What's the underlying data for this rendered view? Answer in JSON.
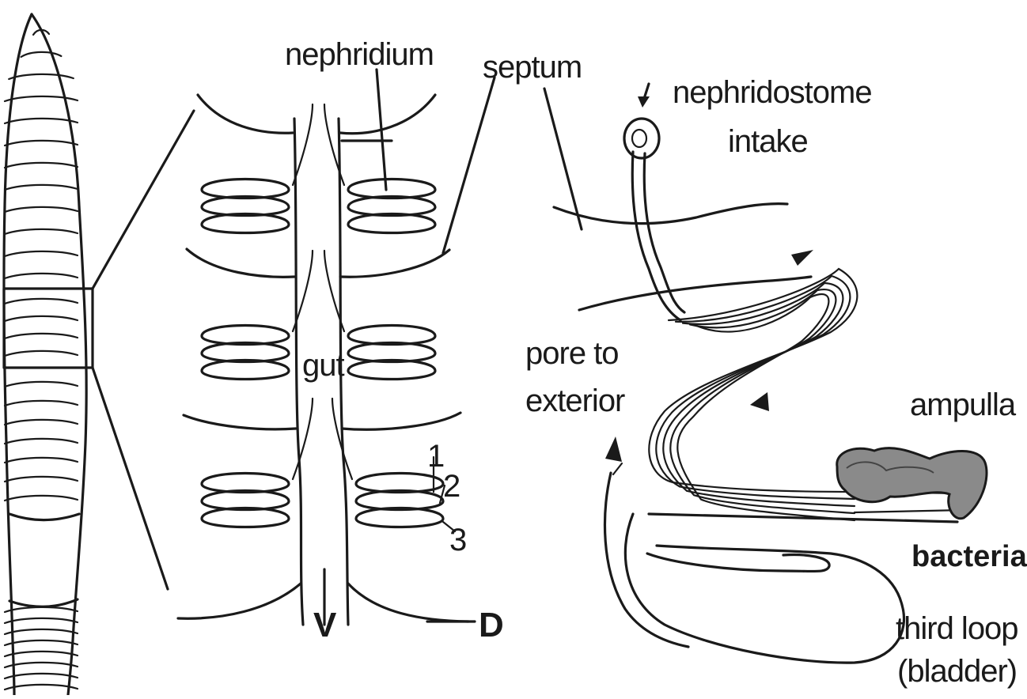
{
  "labels": {
    "nephridium": "nephridium",
    "septum": "septum",
    "nephridostome": "nephridostome",
    "intake": "intake",
    "gut": "gut",
    "pore_to": "pore to",
    "exterior": "exterior",
    "ampulla": "ampulla",
    "bacteria": "bacteria",
    "third_loop": "third loop",
    "bladder": "(bladder)",
    "loop1": "1",
    "loop2": "2",
    "loop3": "3",
    "ventral": "V",
    "dorsal": "D"
  },
  "colors": {
    "ink": "#1a1a1a",
    "background": "#ffffff",
    "ampulla_fill": "#8a8a8a"
  }
}
